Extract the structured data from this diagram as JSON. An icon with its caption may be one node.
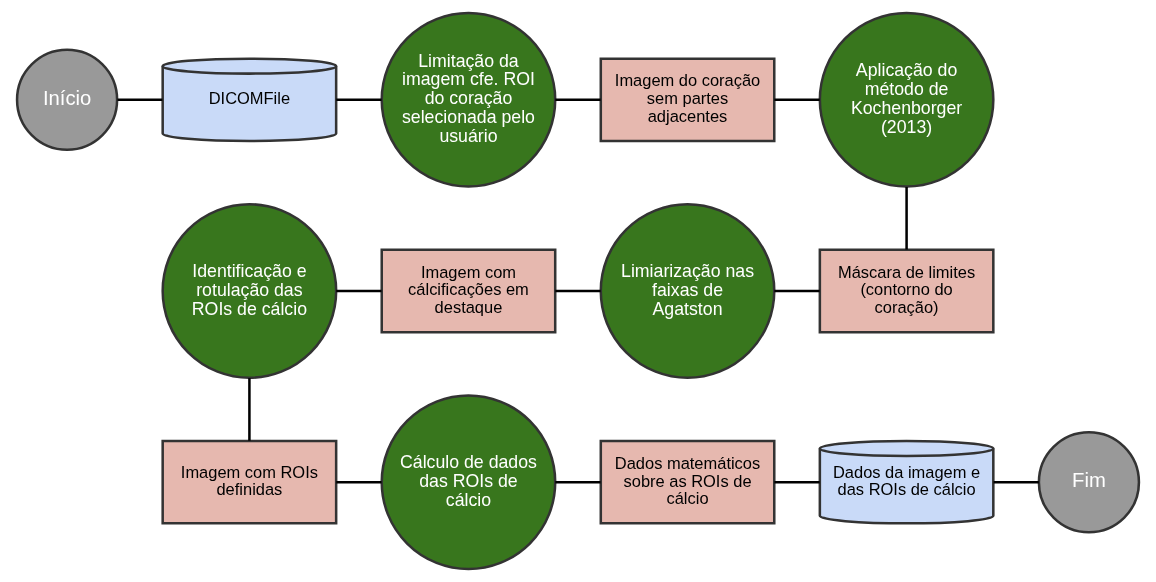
{
  "diagram": {
    "nodes": [
      {
        "text": [
          "Início"
        ]
      },
      {
        "text": [
          "DICOMFile"
        ]
      },
      {
        "text": [
          "Limitação da imagem cfe. ROI do coração selecionada pelo usuário"
        ]
      },
      {
        "text": [
          "Imagem do coração sem partes adjacentes"
        ]
      },
      {
        "text": [
          "Aplicação do método de Kochenborger (2013)"
        ]
      },
      {
        "text": [
          "Máscara de limites (contorno do coração)"
        ]
      },
      {
        "text": [
          "Limiarização nas faixas de Agatston"
        ]
      },
      {
        "text": [
          "Imagem com cálcificações em destaque"
        ]
      },
      {
        "text": [
          "Identificação e rotulação das ROIs de cálcio"
        ]
      },
      {
        "text": [
          "Imagem com ROIs definidas"
        ]
      },
      {
        "text": [
          "Cálculo de dados das ROIs de cálcio"
        ]
      },
      {
        "text": [
          "Dados matemáticos sobre as ROIs de cálcio"
        ]
      },
      {
        "text": [
          "Dados da imagem e das ROIs de cálcio"
        ]
      },
      {
        "text": [
          "Fim"
        ]
      }
    ],
    "edges": [
      {
        "from": 0,
        "to": 1,
        "arrow": "none"
      },
      {
        "from": 1,
        "to": 2,
        "arrow": "none"
      },
      {
        "from": 2,
        "to": 3,
        "arrow": "none"
      },
      {
        "from": 3,
        "to": 4,
        "arrow": "none"
      },
      {
        "from": 4,
        "to": 5,
        "arrow": "none"
      },
      {
        "from": 5,
        "to": 6,
        "arrow": "none"
      },
      {
        "from": 6,
        "to": 7,
        "arrow": "none"
      },
      {
        "from": 7,
        "to": 8,
        "arrow": "none"
      },
      {
        "from": 8,
        "to": 9,
        "arrow": "none"
      },
      {
        "from": 9,
        "to": 10,
        "arrow": "none"
      },
      {
        "from": 10,
        "to": 11,
        "arrow": "none"
      },
      {
        "from": 11,
        "to": 12,
        "arrow": "none"
      },
      {
        "from": 12,
        "to": 13,
        "arrow": "none"
      }
    ]
  }
}
